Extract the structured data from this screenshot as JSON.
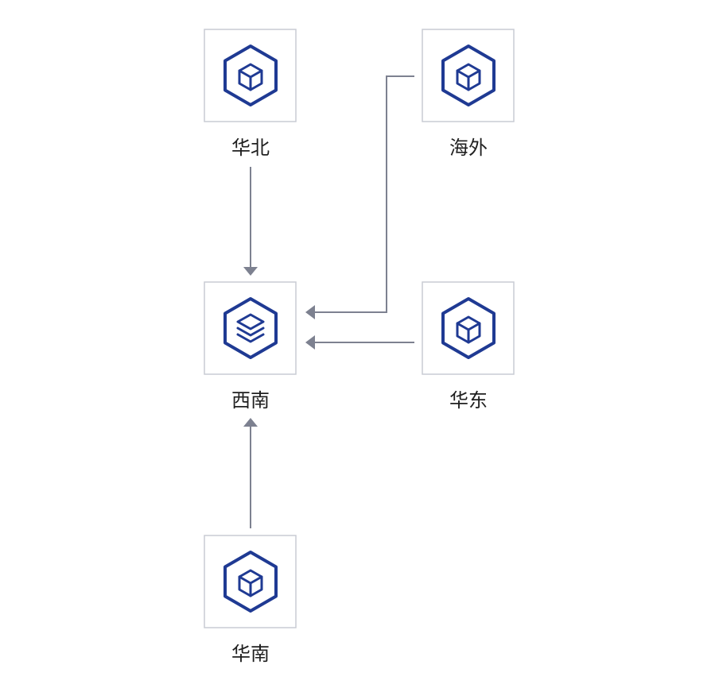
{
  "diagram": {
    "nodes": {
      "north": {
        "label": "华北",
        "icon": "cube-hexagon-icon"
      },
      "overseas": {
        "label": "海外",
        "icon": "cube-hexagon-icon"
      },
      "southwest": {
        "label": "西南",
        "icon": "stack-hexagon-icon"
      },
      "east": {
        "label": "华东",
        "icon": "cube-hexagon-icon"
      },
      "south": {
        "label": "华南",
        "icon": "cube-hexagon-icon"
      }
    },
    "edges": [
      {
        "from": "华北",
        "to": "西南"
      },
      {
        "from": "海外",
        "to": "西南"
      },
      {
        "from": "华东",
        "to": "西南"
      },
      {
        "from": "华南",
        "to": "西南"
      }
    ],
    "colors": {
      "icon": "#1f3a93",
      "edge": "#7d8190",
      "node_border": "#c9ccd4"
    }
  }
}
